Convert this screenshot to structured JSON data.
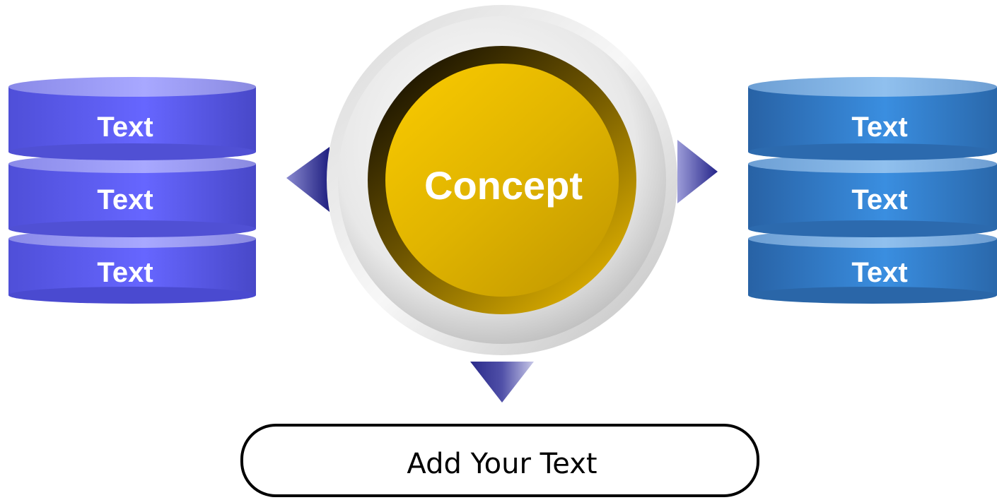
{
  "center": {
    "label": "Concept"
  },
  "left_stack": {
    "items": [
      "Text",
      "Text",
      "Text"
    ],
    "colors": {
      "side_dark": "#4a4ad6",
      "side_light": "#6a6aff",
      "top": "#a3a3f5"
    }
  },
  "right_stack": {
    "items": [
      "Text",
      "Text",
      "Text"
    ],
    "colors": {
      "side_dark": "#2a6aad",
      "side_light": "#3b8fe0",
      "top": "#8ab8e6"
    }
  },
  "bottom_box": {
    "label": "Add Your Text"
  },
  "colors": {
    "concept_gold": "#f2c200",
    "concept_dark": "#b89200",
    "arrow": "#2b2b8a",
    "ring_light": "#f5f5f5",
    "ring_dark": "#bdbdbd"
  }
}
